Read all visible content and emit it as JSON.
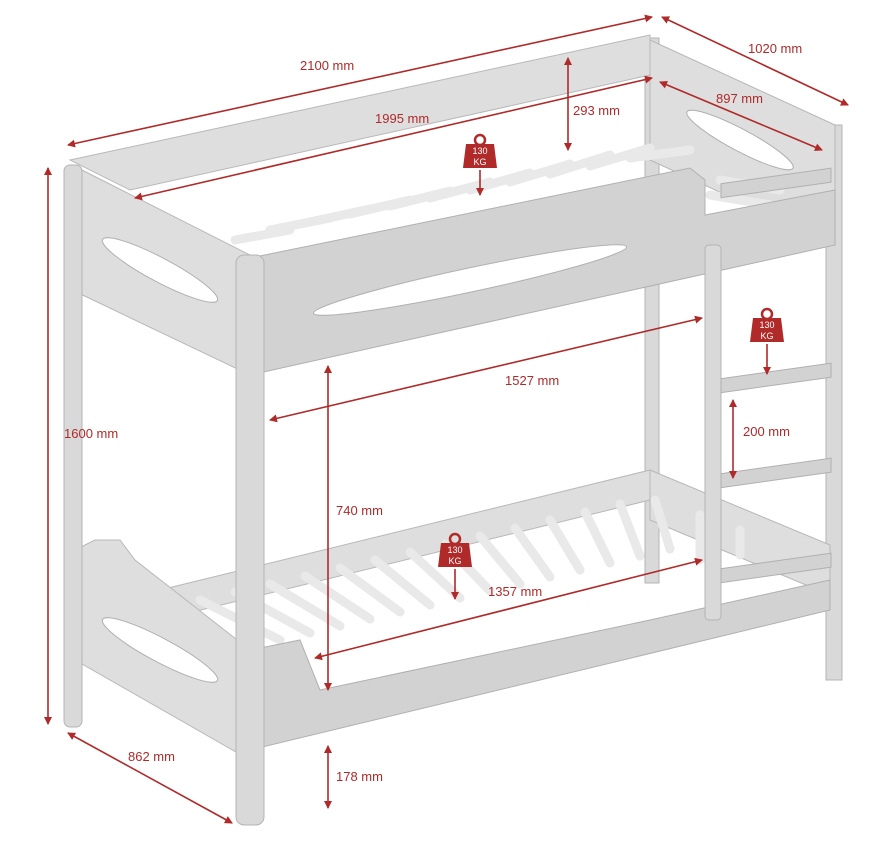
{
  "dimensions": {
    "total_length": "2100 mm",
    "total_width": "1020 mm",
    "inner_length_top": "1995 mm",
    "inner_width_top": "897 mm",
    "guard_height": "293 mm",
    "total_height": "1600 mm",
    "clear_length_between": "1527 mm",
    "rung_spacing": "200 mm",
    "clearance_between_bunks": "740 mm",
    "mattress_length_bottom": "1357 mm",
    "footprint_width": "862 mm",
    "under_bed_clearance": "178 mm"
  },
  "weight_badges": [
    {
      "value": "130",
      "unit": "KG"
    },
    {
      "value": "130",
      "unit": "KG"
    },
    {
      "value": "130",
      "unit": "KG"
    }
  ],
  "colors": {
    "accent": "#b02a2a",
    "bed": "#dedede"
  }
}
